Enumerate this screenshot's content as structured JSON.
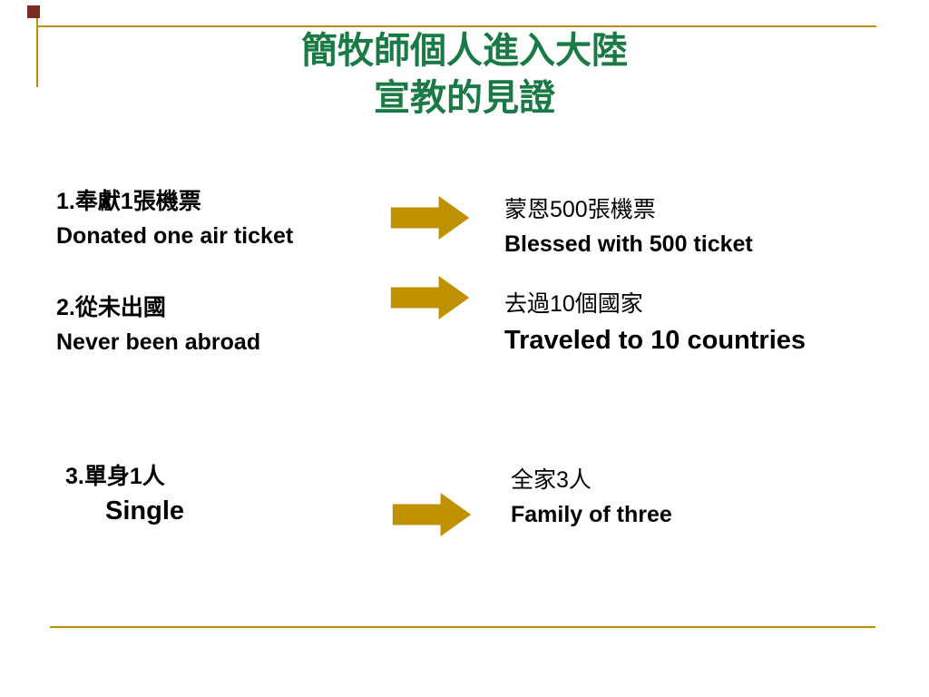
{
  "slide": {
    "title_line1": "簡牧師個人進入大陸",
    "title_line2": "宣教的見證"
  },
  "colors": {
    "title_green": "#1a7a45",
    "accent_gold": "#bf9000",
    "corner_square_maroon": "#7c2b24",
    "text_black": "#000000"
  },
  "rows": [
    {
      "left": {
        "zh": "1.奉獻1張機票",
        "en": "Donated one air ticket"
      },
      "right": {
        "zh": "蒙恩500張機票",
        "en": "Blessed with 500 ticket"
      }
    },
    {
      "left": {
        "zh": "2.從未出國",
        "en": "Never been abroad"
      },
      "right": {
        "zh": "去過10個國家",
        "en": "Traveled to 10 countries"
      }
    },
    {
      "left": {
        "zh": "3.單身1人",
        "en": "Single"
      },
      "right": {
        "zh": "全家3人",
        "en": "Family of three"
      }
    }
  ],
  "icons": {
    "arrow": "right-block-arrow"
  }
}
